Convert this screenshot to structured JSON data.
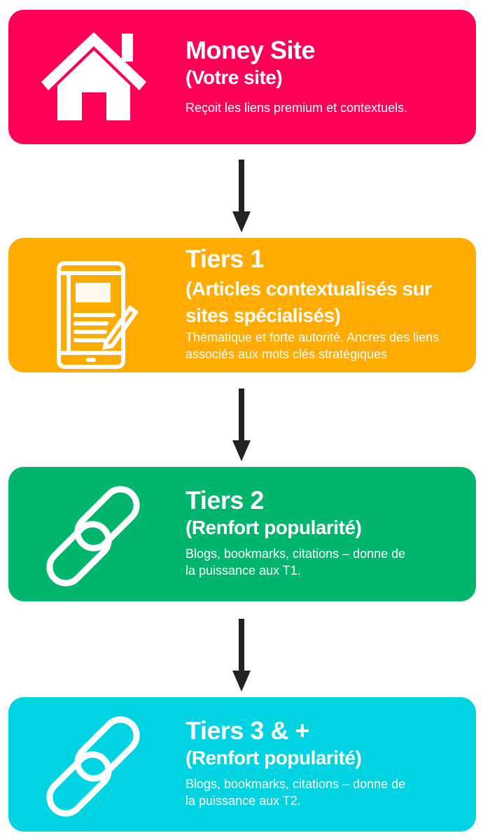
{
  "tiers": [
    {
      "title": "Money Site",
      "subtitle": "(Votre site)",
      "description": "Reçoit les liens premium et contextuels.",
      "color": "#ff0055",
      "icon": "house-icon"
    },
    {
      "title": "Tiers 1",
      "subtitle": "(Articles contextualisés sur sites spécialisés)",
      "description": "Thématique et forte autorité. Ancres des liens associés aux mots clés stratégiques",
      "color": "#ffab00",
      "icon": "tablet-pen-icon"
    },
    {
      "title": "Tiers 2",
      "subtitle": "(Renfort popularité)",
      "description": "Blogs, bookmarks, citations – donne de la puissance aux T1.",
      "color": "#00b56c",
      "icon": "chain-link-icon"
    },
    {
      "title": "Tiers 3 & +",
      "subtitle": "(Renfort popularité)",
      "description": "Blogs, bookmarks, citations – donne de la puissance aux T2.",
      "color": "#00d3e1",
      "icon": "chain-link-icon"
    }
  ]
}
